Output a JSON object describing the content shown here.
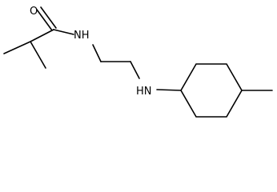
{
  "molecule": {
    "atom_labels": {
      "carbonyl_oxygen": "O",
      "amide_nitrogen": "NH",
      "amine_nitrogen": "HN"
    }
  }
}
